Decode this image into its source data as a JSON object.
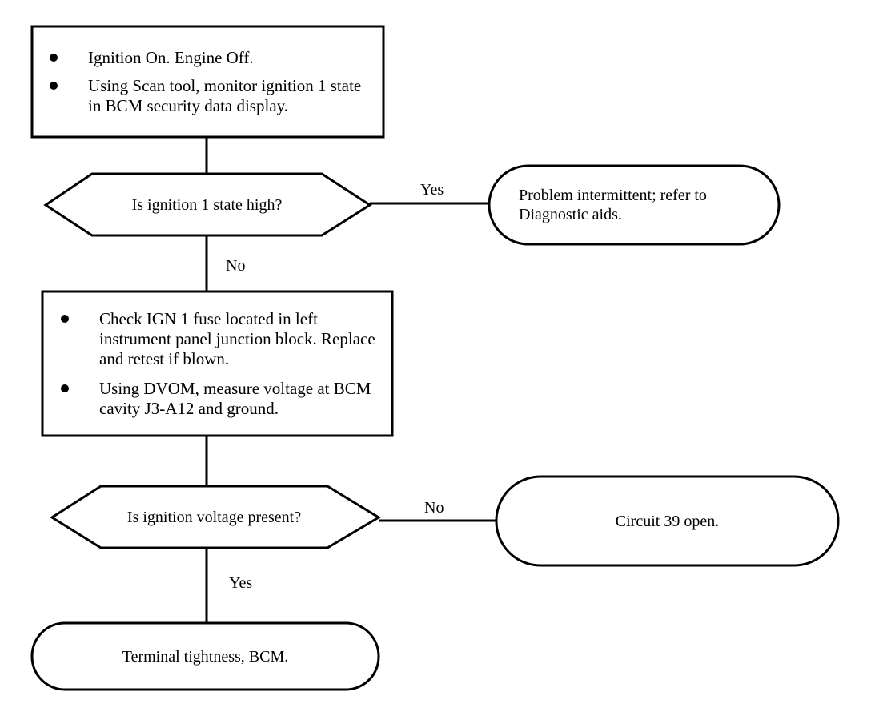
{
  "step1": {
    "bullets": [
      "Ignition On. Engine Off.",
      "Using Scan tool, monitor ignition 1 state in BCM security data display."
    ]
  },
  "decision1": {
    "question": "Is ignition 1 state high?",
    "yes_label": "Yes",
    "no_label": "No"
  },
  "terminal1": {
    "text": "Problem intermittent; refer to Diagnostic aids."
  },
  "step2": {
    "bullets": [
      "Check IGN 1 fuse located in left instrument panel junction block. Replace and retest if blown.",
      "Using DVOM, measure voltage at BCM cavity J3-A12 and ground."
    ]
  },
  "decision2": {
    "question": "Is ignition voltage present?",
    "no_label": "No",
    "yes_label": "Yes"
  },
  "terminal2": {
    "text": "Circuit 39 open."
  },
  "terminal3": {
    "text": "Terminal tightness, BCM."
  }
}
